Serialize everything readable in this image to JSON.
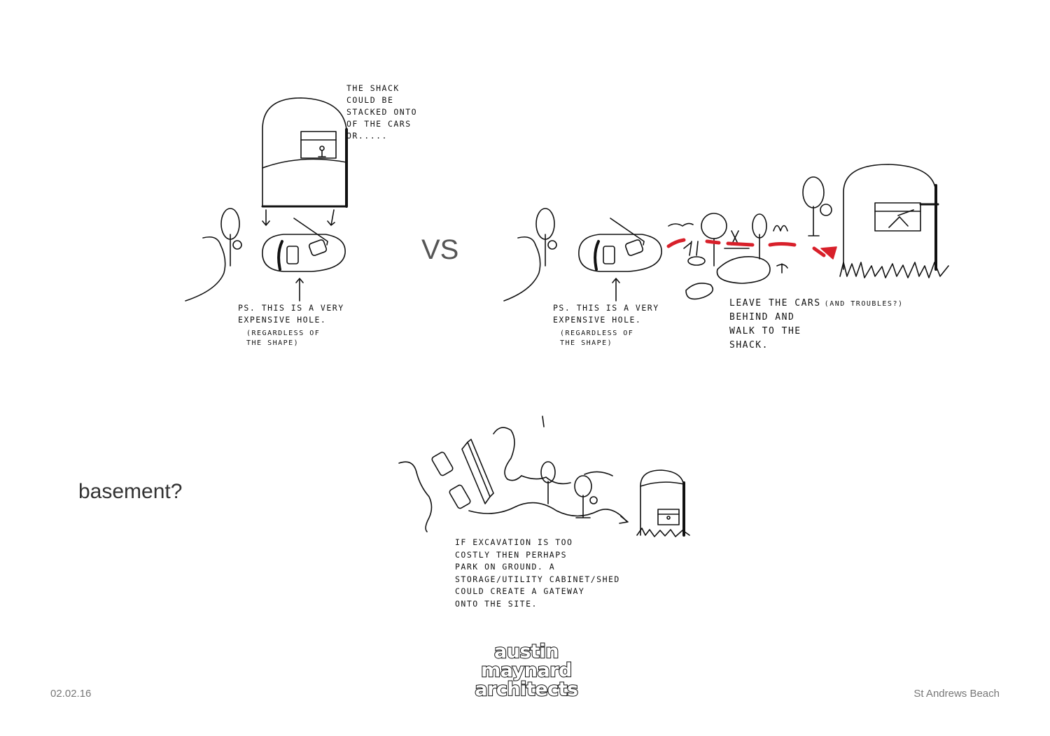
{
  "panels": {
    "left": {
      "shack_note": "THE SHACK\nCOULD BE\nSTACKED ONTO\nOF THE CARS\nOR.....",
      "hole_note": "PS. THIS IS A VERY\nEXPENSIVE HOLE.",
      "hole_note_sub": "(REGARDLESS OF\nTHE SHAPE)"
    },
    "vs_label": "VS",
    "right": {
      "hole_note": "PS. THIS IS A VERY\nEXPENSIVE HOLE.",
      "hole_note_sub": "(REGARDLESS OF\nTHE SHAPE)",
      "walk_note_line1": "LEAVE THE CARS",
      "walk_note_paren": "(AND TROUBLES?)",
      "walk_note_rest": "BEHIND AND\nWALK TO THE\nSHACK."
    }
  },
  "lower": {
    "basement_label": "basement?",
    "ground_note": "IF EXCAVATION IS TOO\nCOSTLY THEN PERHAPS\nPARK ON GROUND. A\nSTORAGE/UTILITY CABINET/SHED\nCOULD CREATE A GATEWAY\nONTO THE SITE."
  },
  "footer": {
    "date": "02.02.16",
    "logo_lines": [
      "austin",
      "maynard",
      "architects"
    ],
    "project": "St Andrews Beach"
  },
  "colors": {
    "ink": "#111111",
    "accent": "#d8202a",
    "gray_text": "#777777"
  }
}
